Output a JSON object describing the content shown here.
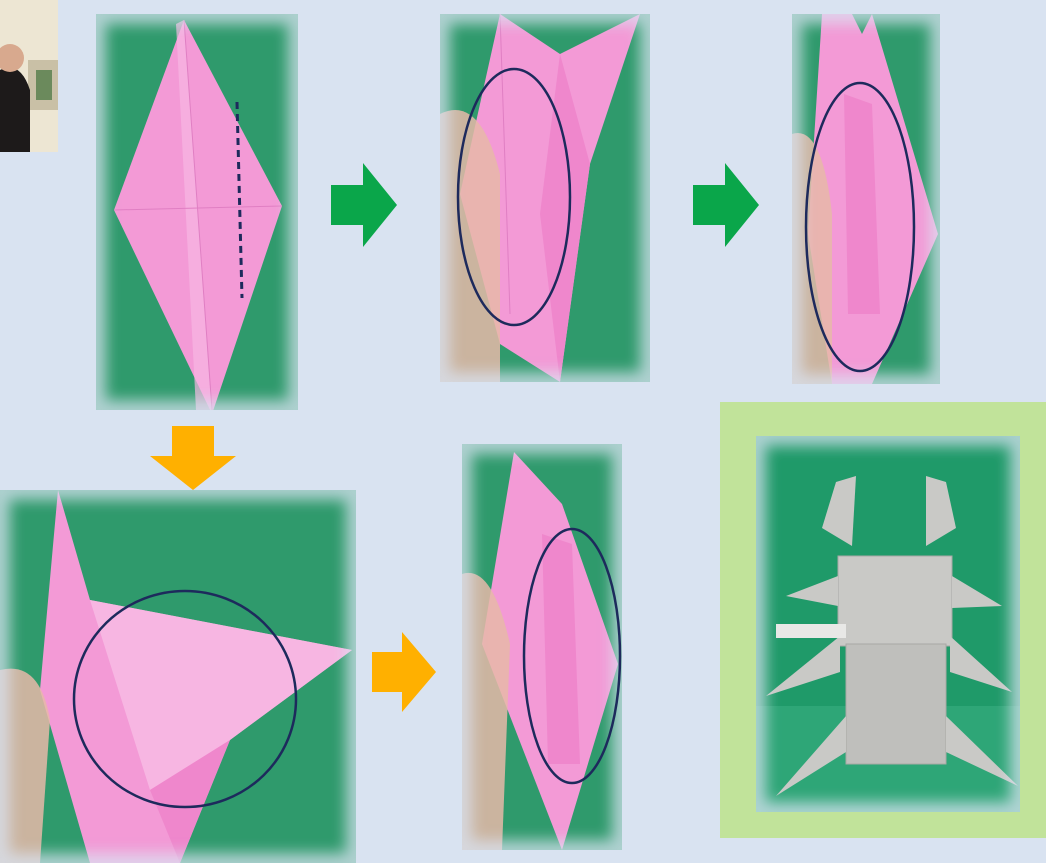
{
  "header": {
    "caption": ""
  },
  "colors": {
    "background": "#d9e3f1",
    "panel_green": "#2f9a6c",
    "paper_pink": "#f39ad6",
    "paper_gray": "#c9c9c6",
    "arrow_green": "#0aa64a",
    "arrow_orange": "#ffb000",
    "circle_navy": "#1d2a5c",
    "final_frame": "#c1e39a"
  },
  "steps": [
    {
      "id": "step-1",
      "subject": "pink-diamond-base"
    },
    {
      "id": "step-2",
      "subject": "pink-squash-fold"
    },
    {
      "id": "step-3",
      "subject": "pink-narrow-fold"
    },
    {
      "id": "step-4",
      "subject": "pink-open-fold"
    },
    {
      "id": "step-5",
      "subject": "pink-petal-fold"
    },
    {
      "id": "final",
      "subject": "gray-stag-beetle"
    }
  ],
  "icons": [
    "arrow-right-icon-green",
    "arrow-down-icon-orange",
    "arrow-right-icon-orange"
  ]
}
